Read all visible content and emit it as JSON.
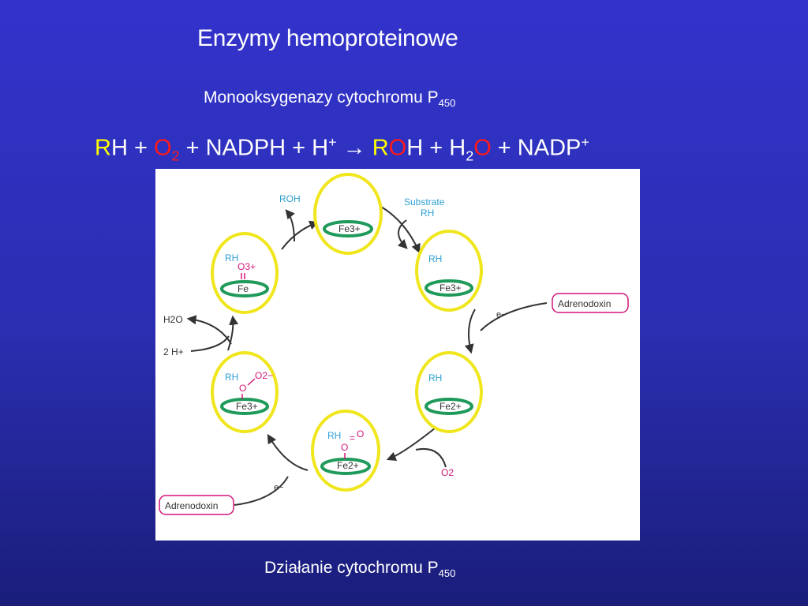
{
  "title": "Enzymy hemoproteinowe",
  "subtitle": {
    "main": "Monooksygenazy cytochromu P",
    "sub": "450"
  },
  "equation": {
    "rh_r": "R",
    "rh_h": "H",
    "plus1": " + ",
    "o2_o": "O",
    "o2_sub": "2",
    "plus2": " + NADPH + H",
    "hplus": "+",
    "arrow": " → ",
    "roh_r": "R",
    "roh_o": "O",
    "roh_h": "H",
    "plus3": " + H",
    "h2o_sub": "2",
    "h2o_o": "O",
    "plus4": " + NADP",
    "nadp_sup": "+"
  },
  "diagram": {
    "top_fe": "Fe3+",
    "roh": "ROH",
    "substrate": "Substrate",
    "rh": "RH",
    "fe3": "Fe3+",
    "fe2": "Fe2+",
    "fe": "Fe",
    "o3plus": "O3+",
    "o2minus": "O2−",
    "o": "O",
    "double_bond": "=",
    "adrenodoxin_right": "Adrenodoxin",
    "adrenodoxin_left": "Adrenodoxin",
    "electron": "e−",
    "o2_label": "O2",
    "h2o_label": "H2O",
    "two_hplus": "2 H+"
  },
  "caption": {
    "main": "Działanie cytochromu P",
    "sub": "450"
  },
  "colors": {
    "background_top": "#3333cc",
    "background_bottom": "#1a1d7a",
    "yellow_highlight": "#ffff00",
    "red_highlight": "#ff1a1a",
    "ring_yellow": "#f0e61e",
    "heme_green": "#1f9a5a",
    "label_blue": "#2d9fd2",
    "label_pink": "#d4157a"
  }
}
